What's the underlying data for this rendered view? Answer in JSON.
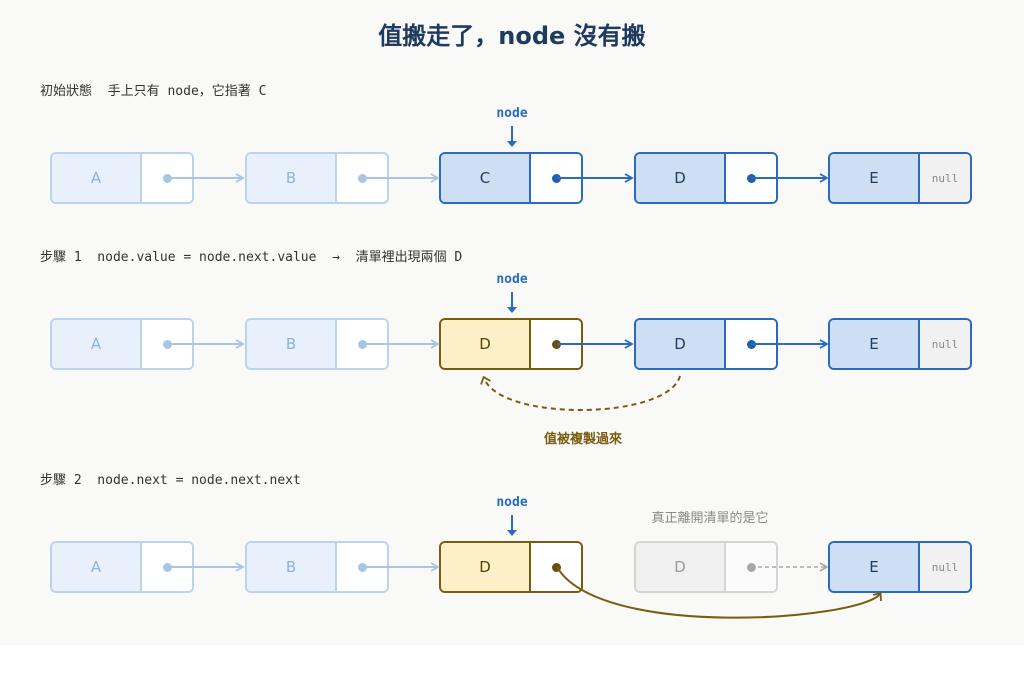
{
  "title": "值搬走了，node 沒有搬",
  "rows": [
    {
      "caption": "初始狀態  手上只有 node，它指著 C",
      "pointer_label": "node",
      "nodes": [
        {
          "value": "A",
          "next": "dot",
          "style": "faded"
        },
        {
          "value": "B",
          "next": "dot",
          "style": "faded"
        },
        {
          "value": "C",
          "next": "dot",
          "style": "active"
        },
        {
          "value": "D",
          "next": "dot",
          "style": "active"
        },
        {
          "value": "E",
          "next": "null",
          "style": "active"
        }
      ]
    },
    {
      "caption": "步驟 1  node.value = node.next.value  →  清單裡出現兩個 D",
      "pointer_label": "node",
      "nodes": [
        {
          "value": "A",
          "next": "dot",
          "style": "faded"
        },
        {
          "value": "B",
          "next": "dot",
          "style": "faded"
        },
        {
          "value": "D",
          "next": "dot",
          "style": "gold"
        },
        {
          "value": "D",
          "next": "dot",
          "style": "active"
        },
        {
          "value": "E",
          "next": "null",
          "style": "active"
        }
      ],
      "annotation": "值被複製過來"
    },
    {
      "caption": "步驟 2  node.next = node.next.next",
      "pointer_label": "node",
      "nodes": [
        {
          "value": "A",
          "next": "dot",
          "style": "faded"
        },
        {
          "value": "B",
          "next": "dot",
          "style": "faded"
        },
        {
          "value": "D",
          "next": "dot",
          "style": "gold"
        },
        {
          "value": "D",
          "next": "dot",
          "style": "gray"
        },
        {
          "value": "E",
          "next": "null",
          "style": "active"
        }
      ],
      "annotation": "真正離開清單的是它"
    }
  ],
  "null_label": "null",
  "colors": {
    "active": "#2a6bbf",
    "faded": "#bcd3ee",
    "gold": "#7a5c0f",
    "gray": "#a8a8a8"
  }
}
